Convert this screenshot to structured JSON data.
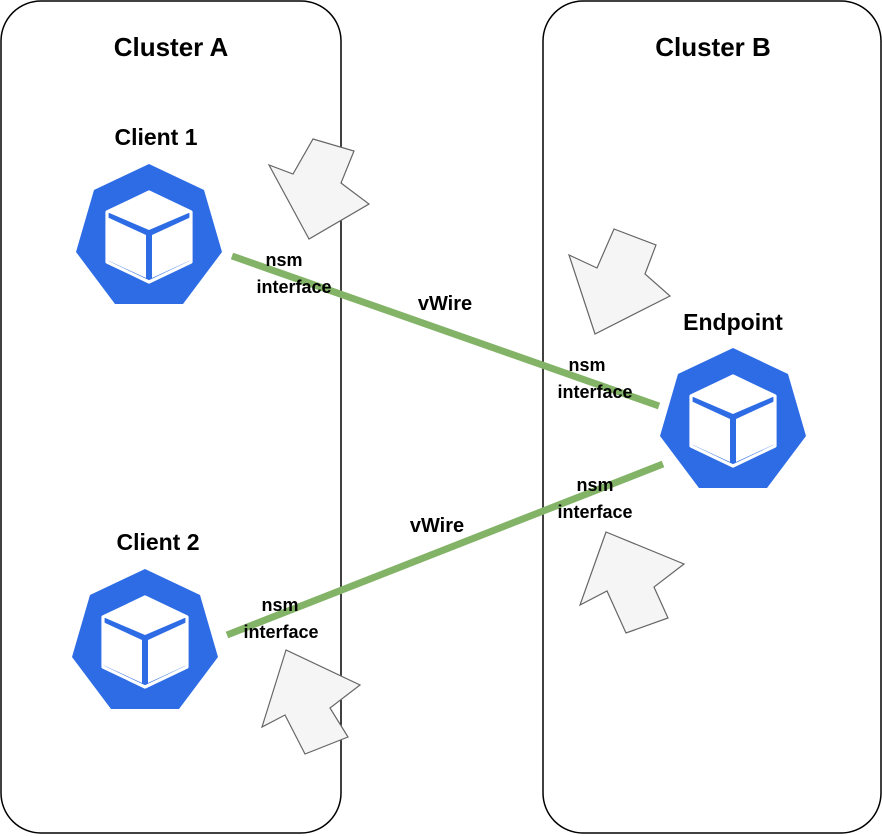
{
  "clusters": {
    "a": {
      "title": "Cluster A"
    },
    "b": {
      "title": "Cluster B"
    }
  },
  "nodes": {
    "client1": {
      "label": "Client 1",
      "icon": "kubernetes-pod-icon"
    },
    "client2": {
      "label": "Client 2",
      "icon": "kubernetes-pod-icon"
    },
    "endpoint": {
      "label": "Endpoint",
      "icon": "kubernetes-pod-icon"
    }
  },
  "interfaces": {
    "client1": {
      "line1": "nsm",
      "line2": "interface"
    },
    "endpoint_top": {
      "line1": "nsm",
      "line2": "interface"
    },
    "endpoint_bottom": {
      "line1": "nsm",
      "line2": "interface"
    },
    "client2": {
      "line1": "nsm",
      "line2": "interface"
    }
  },
  "wires": {
    "top": {
      "label": "vWire"
    },
    "bottom": {
      "label": "vWire"
    }
  },
  "colors": {
    "wire": "#82b366",
    "pod": "#2e6ce6",
    "arrow_fill": "#f5f5f5",
    "arrow_stroke": "#666666"
  },
  "icons": {
    "arrows": [
      "pointer-arrow-icon",
      "pointer-arrow-icon",
      "pointer-arrow-icon",
      "pointer-arrow-icon"
    ]
  }
}
